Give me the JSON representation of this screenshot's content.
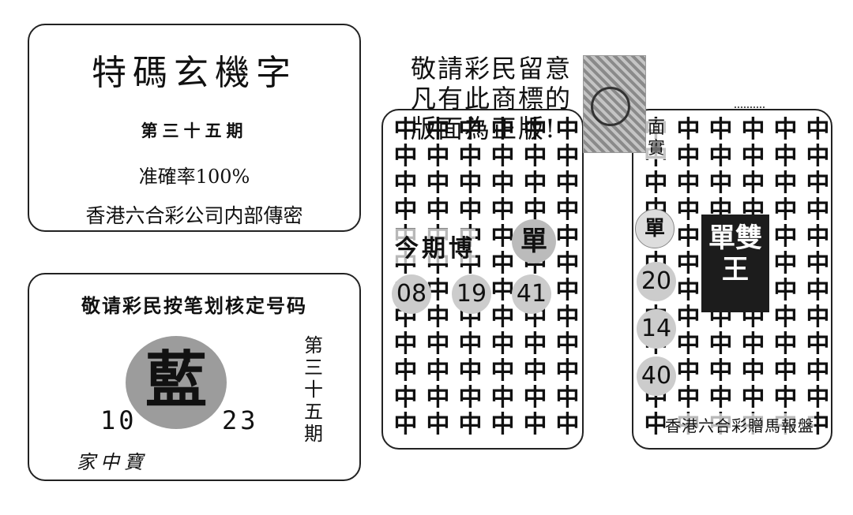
{
  "card1": {
    "title": "特碼玄機字",
    "issue": "第三十五期",
    "accuracy": "准確率100%",
    "company": "香港六合彩公司内部傳密"
  },
  "card2": {
    "heading": "敬请彩民按笔划核定号码",
    "center_char": "藍",
    "num_left": "10",
    "num_right": "23",
    "vertical_issue": "第三十五期",
    "signature": "家中寶"
  },
  "notice": {
    "line1": "敬請彩民留意",
    "line2": "凡有此商標的",
    "line3": "版面為正版!"
  },
  "board1": {
    "pattern_char": "中",
    "headline": "今期博",
    "dan": "單",
    "balls": [
      "08",
      "19",
      "41"
    ]
  },
  "board2": {
    "vertical_label": "面實",
    "dan": "單",
    "balls": [
      "20",
      "14",
      "40"
    ],
    "darkbox": "單雙王",
    "footer": "香港六合彩贈馬報盤"
  }
}
